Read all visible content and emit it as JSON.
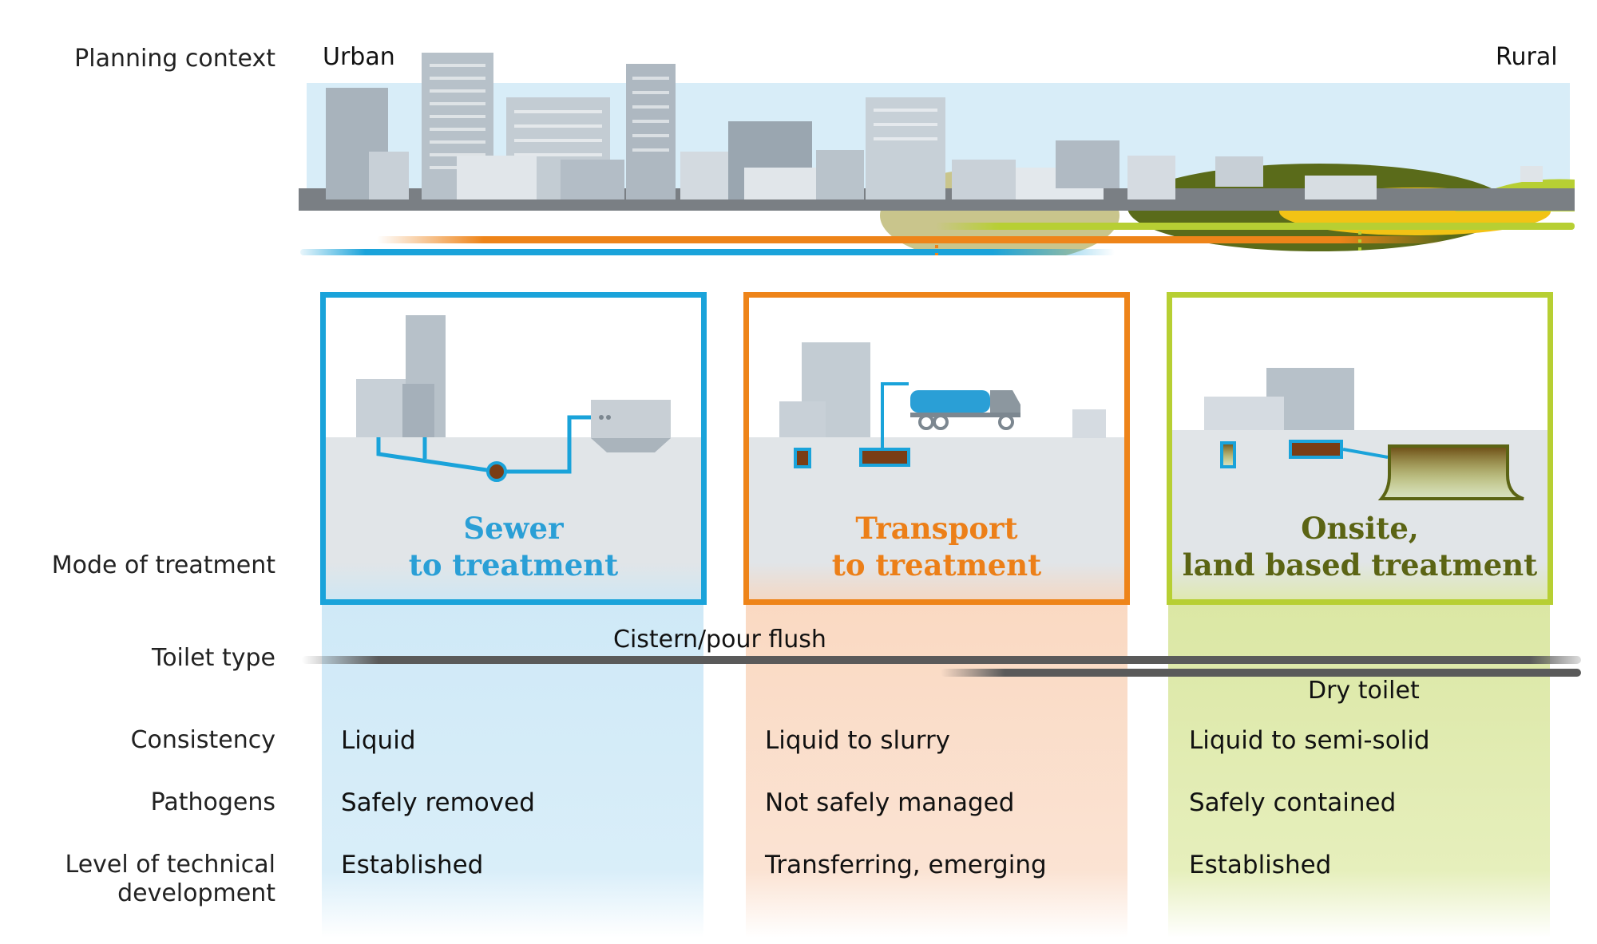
{
  "labels": {
    "planning_context": "Planning context",
    "mode_of_treatment": "Mode of treatment",
    "toilet_type": "Toilet type",
    "consistency": "Consistency",
    "pathogens": "Pathogens",
    "tech_level_1": "Level of technical",
    "tech_level_2": "development"
  },
  "context": {
    "urban": "Urban",
    "rural": "Rural"
  },
  "colors": {
    "sewer": "#1aa3da",
    "transport": "#ee8419",
    "onsite": "#b7cf33"
  },
  "modes": [
    {
      "title_1": "Sewer",
      "title_2": "to treatment",
      "consistency": "Liquid",
      "pathogens": "Safely removed",
      "tech": "Established"
    },
    {
      "title_1": "Transport",
      "title_2": "to treatment",
      "consistency": "Liquid to slurry",
      "pathogens": "Not safely managed",
      "tech": "Transferring, emerging"
    },
    {
      "title_1": "Onsite,",
      "title_2": "land based treatment",
      "consistency": "Liquid to semi-solid",
      "pathogens": "Safely contained",
      "tech": "Established"
    }
  ],
  "toilets": {
    "flush": "Cistern/pour flush",
    "dry": "Dry toilet"
  }
}
